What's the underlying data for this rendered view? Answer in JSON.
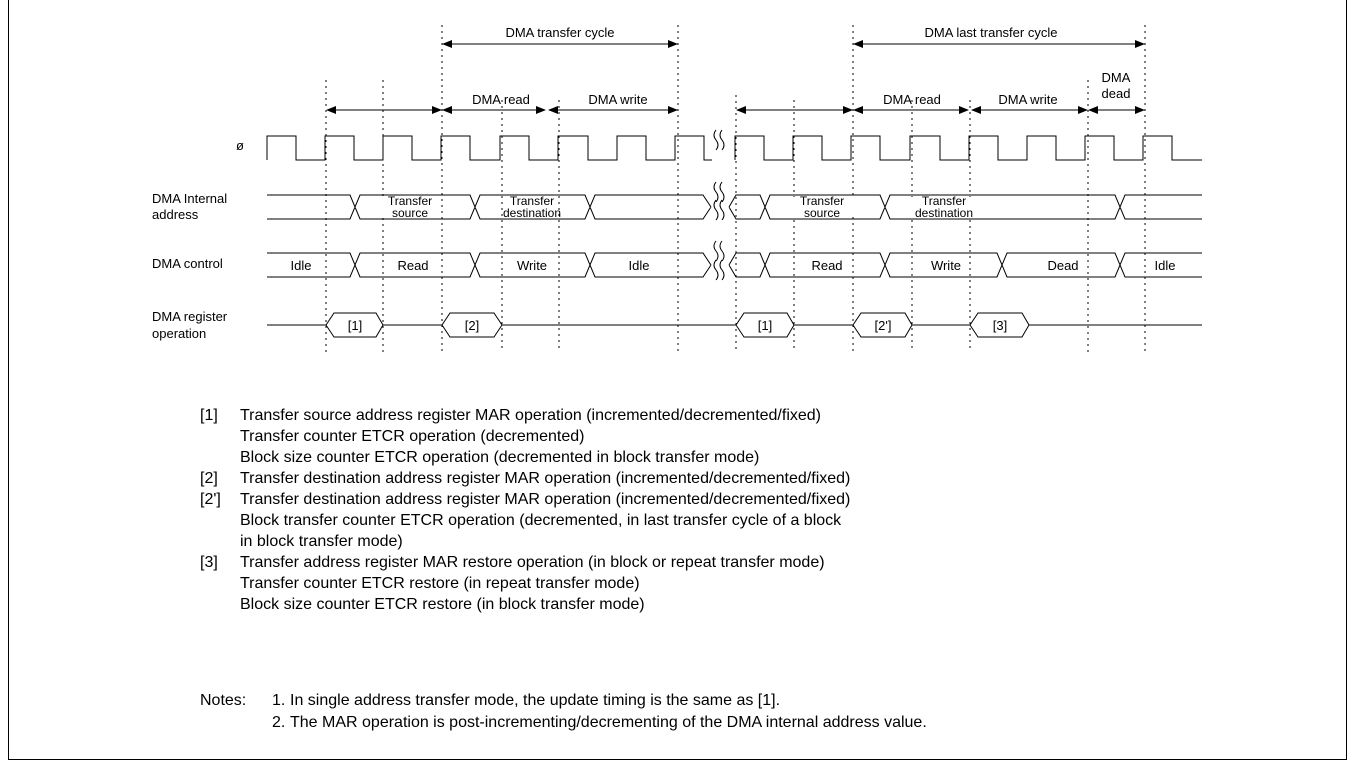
{
  "signals": {
    "clock": "ø",
    "internal_address": [
      "DMA Internal",
      "address"
    ],
    "control": "DMA control",
    "register_operation": [
      "DMA register",
      "operation"
    ]
  },
  "spans": {
    "transfer_cycle": "DMA transfer cycle",
    "last_transfer_cycle": "DMA last transfer cycle",
    "read_1": "DMA read",
    "write_1": "DMA write",
    "read_2": "DMA read",
    "write_2": "DMA write",
    "dead": [
      "DMA",
      "dead"
    ]
  },
  "address_states": {
    "source_1": [
      "Transfer",
      "source"
    ],
    "dest_1": [
      "Transfer",
      "destination"
    ],
    "source_2": [
      "Transfer",
      "source"
    ],
    "dest_2": [
      "Transfer",
      "destination"
    ]
  },
  "control_states": [
    "Idle",
    "Read",
    "Write",
    "Idle",
    "Read",
    "Write",
    "Dead",
    "Idle"
  ],
  "register_ops": [
    "[1]",
    "[2]",
    "[1]",
    "[2']",
    "[3]"
  ],
  "legend": [
    {
      "tag": "[1]",
      "lines": [
        "Transfer source address register MAR operation (incremented/decremented/fixed)",
        "Transfer counter ETCR operation (decremented)",
        "Block size counter ETCR operation (decremented in block transfer mode)"
      ]
    },
    {
      "tag": "[2]",
      "lines": [
        "Transfer destination address register MAR operation (incremented/decremented/fixed)"
      ]
    },
    {
      "tag": "[2']",
      "lines": [
        "Transfer destination address register MAR operation (incremented/decremented/fixed)",
        "Block transfer counter ETCR operation (decremented, in last transfer cycle of a block",
        "in block transfer mode)"
      ]
    },
    {
      "tag": "[3]",
      "lines": [
        "Transfer address register MAR restore operation (in block or repeat transfer mode)",
        "Transfer counter ETCR restore (in repeat transfer mode)",
        "Block size counter ETCR restore (in block transfer mode)"
      ]
    }
  ],
  "notes": {
    "label": "Notes:",
    "items": [
      {
        "num": "1.",
        "text": "In single address transfer mode, the update timing is the same as [1]."
      },
      {
        "num": "2.",
        "text": "The MAR operation is post-incrementing/decrementing of the DMA internal address value."
      }
    ]
  }
}
